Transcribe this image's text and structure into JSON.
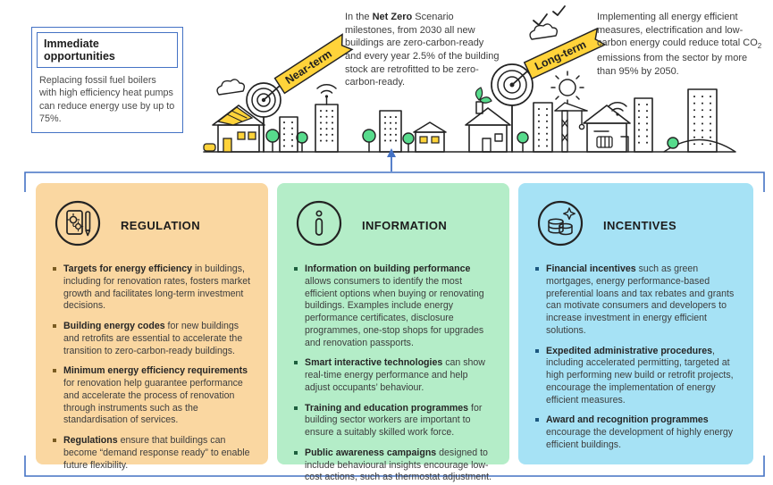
{
  "immediate": {
    "title": "Immediate opportunities",
    "body": "Replacing fossil fuel boilers with high efficiency heat pumps can reduce energy use by up to 75%."
  },
  "top_center": {
    "pre": "In the ",
    "bold": "Net Zero",
    "post": " Scenario milestones, from 2030 all new buildings are zero-carbon-ready and every year 2.5% of the building stock are retrofitted to be zero-carbon-ready."
  },
  "top_right": {
    "pre": "Implementing all energy efficient measures, electrification and low-carbon energy could reduce total CO",
    "sub": "2",
    "post": " emissions from the sector by more than 95% by 2050."
  },
  "banners": {
    "near": "Near-term",
    "long": "Long-term"
  },
  "colors": {
    "accent_blue": "#4472C4",
    "panel_orange": "#FAD7A1",
    "panel_green": "#B4EDC8",
    "panel_blue": "#A6E2F5",
    "ribbon_yellow": "#FFD33A",
    "tree_green": "#57DB8C"
  },
  "panels": [
    {
      "title": "REGULATION",
      "icon": "document-gears-pencil-icon",
      "bullets": [
        {
          "lead": "Targets for energy efficiency",
          "rest": " in buildings, including for renovation rates, fosters market growth and facilitates long-term investment decisions."
        },
        {
          "lead": "Building energy codes",
          "rest": " for new buildings and retrofits are essential to accelerate the transition to zero-carbon-ready buildings."
        },
        {
          "lead": "Minimum energy efficiency requirements",
          "rest": " for renovation help guarantee performance and accelerate the process of renovation through instruments such as the standardisation of services."
        },
        {
          "lead": "Regulations",
          "rest": " ensure that buildings can become “demand response ready” to enable future flexibility."
        }
      ]
    },
    {
      "title": "INFORMATION",
      "icon": "info-icon",
      "bullets": [
        {
          "lead": "Information on building performance",
          "rest": " allows consumers to identify the most efficient options when buying or renovating buildings. Examples include energy performance certificates, disclosure programmes, one-stop shops for upgrades and renovation passports."
        },
        {
          "lead": "Smart interactive technologies",
          "rest": " can show real-time energy performance and help adjust occupants’ behaviour."
        },
        {
          "lead": "Training and education programmes",
          "rest": " for building sector workers are important to ensure a suitably skilled work force."
        },
        {
          "lead": "Public awareness campaigns",
          "rest": " designed to include behavioural insights encourage low-cost actions, such as thermostat adjustment."
        }
      ]
    },
    {
      "title": "INCENTIVES",
      "icon": "coins-star-icon",
      "bullets": [
        {
          "lead": "Financial incentives",
          "rest": " such as green mortgages, energy performance-based preferential loans and tax rebates and grants can motivate consumers and developers to increase investment in energy efficient solutions."
        },
        {
          "lead": "Expedited administrative procedures",
          "rest": ", including accelerated permitting, targeted at high performing new build or retrofit projects, encourage the implementation of energy efficient measures."
        },
        {
          "lead": "Award and recognition programmes",
          "rest": " encourage the development of highly energy efficient buildings."
        }
      ]
    }
  ]
}
